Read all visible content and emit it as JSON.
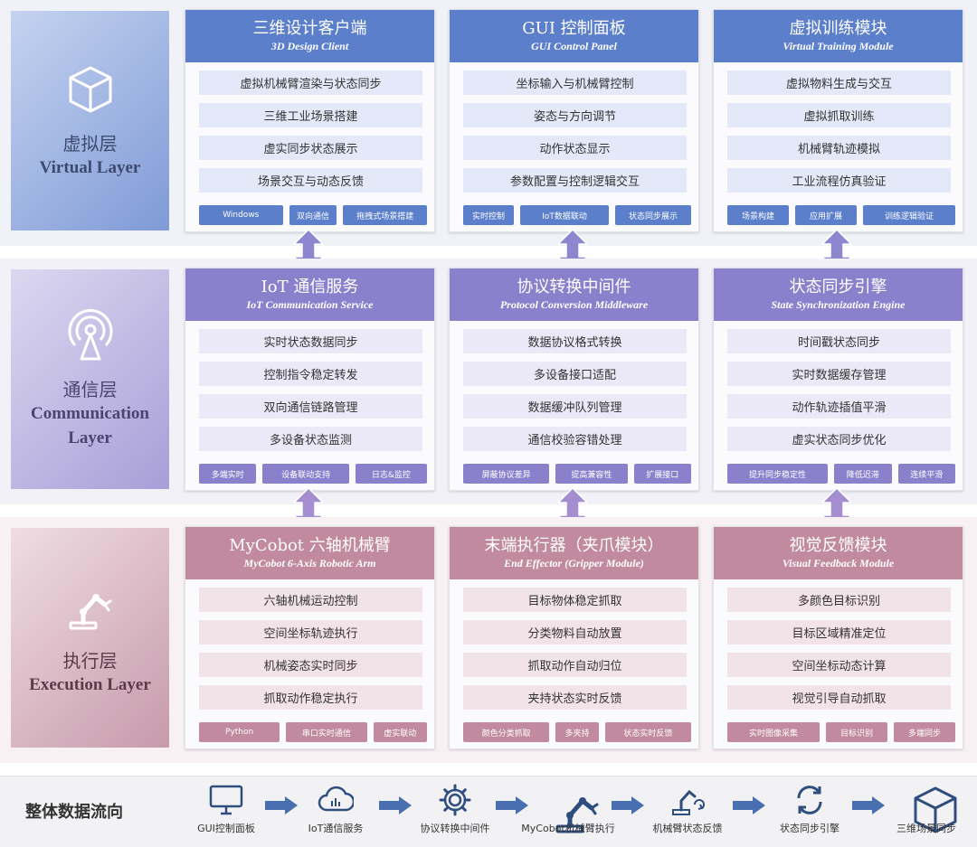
{
  "layers": [
    {
      "name_zh": "虚拟层",
      "name_en": "Virtual Layer",
      "icon": "cube-icon",
      "colors": {
        "band": "#f1f2f8",
        "label_from": "#c5d3f0",
        "label_to": "#7f9ad6",
        "label_text": "#3c4a6e",
        "head": "#5b7fcb",
        "item": "#e3e9f8",
        "tag": "#5b7fcb",
        "arrow": "#8e86cf"
      },
      "cards": [
        {
          "title": "三维设计客户端",
          "subtitle": "3D Design Client",
          "items": [
            "虚拟机械臂渲染与状态同步",
            "三维工业场景搭建",
            "虚实同步状态展示",
            "场景交互与动态反馈"
          ],
          "tags": [
            "Windows",
            "双向通信",
            "拖拽式场景搭建"
          ]
        },
        {
          "title": "GUI 控制面板",
          "subtitle": "GUI Control Panel",
          "items": [
            "坐标输入与机械臂控制",
            "姿态与方向调节",
            "动作状态显示",
            "参数配置与控制逻辑交互"
          ],
          "tags": [
            "实时控制",
            "IoT数据联动",
            "状态同步展示"
          ]
        },
        {
          "title": "虚拟训练模块",
          "subtitle": "Virtual Training Module",
          "items": [
            "虚拟物料生成与交互",
            "虚拟抓取训练",
            "机械臂轨迹模拟",
            "工业流程仿真验证"
          ],
          "tags": [
            "场景构建",
            "应用扩展",
            "训练逻辑验证"
          ]
        }
      ]
    },
    {
      "name_zh": "通信层",
      "name_en": "Communication Layer",
      "icon": "antenna-icon",
      "colors": {
        "band": "#f2f1f8",
        "label_from": "#dcd8f0",
        "label_to": "#a89ed8",
        "label_text": "#4a4470",
        "head": "#8a80cc",
        "item": "#ebe8f7",
        "tag": "#8a80cc",
        "arrow": "#a58ecf"
      },
      "cards": [
        {
          "title": "IoT  通信服务",
          "subtitle": "IoT Communication Service",
          "items": [
            "实时状态数据同步",
            "控制指令稳定转发",
            "双向通信链路管理",
            "多设备状态监测"
          ],
          "tags": [
            "多端实时",
            "设备联动支持",
            "日志&监控"
          ]
        },
        {
          "title": "协议转换中间件",
          "subtitle": "Protocol Conversion Middleware",
          "items": [
            "数据协议格式转换",
            "多设备接口适配",
            "数据缓冲队列管理",
            "通信校验容错处理"
          ],
          "tags": [
            "屏蔽协议差异",
            "提高兼容性",
            "扩展接口"
          ]
        },
        {
          "title": "状态同步引擎",
          "subtitle": "State Synchronization Engine",
          "items": [
            "时间戳状态同步",
            "实时数据缓存管理",
            "动作轨迹插值平滑",
            "虚实状态同步优化"
          ],
          "tags": [
            "提升同步稳定性",
            "降低迟滞",
            "连续平滑"
          ]
        }
      ]
    },
    {
      "name_zh": "执行层",
      "name_en": "Execution Layer",
      "icon": "robotic-arm-icon",
      "colors": {
        "band": "#f8f1f3",
        "label_from": "#efdde3",
        "label_to": "#c79aab",
        "label_text": "#5c3a48",
        "head": "#c18a9e",
        "item": "#f2e3e9",
        "tag": "#c18a9e",
        "arrow": "#c79aba"
      },
      "cards": [
        {
          "title": "MyCobot 六轴机械臂",
          "subtitle": "MyCobot 6-Axis Robotic Arm",
          "items": [
            "六轴机械运动控制",
            "空间坐标轨迹执行",
            "机械姿态实时同步",
            "抓取动作稳定执行"
          ],
          "tags": [
            "Python",
            "串口实时通信",
            "虚实联动"
          ]
        },
        {
          "title": "末端执行器（夹爪模块）",
          "subtitle": "End Effector (Gripper Module)",
          "items": [
            "目标物体稳定抓取",
            "分类物料自动放置",
            "抓取动作自动归位",
            "夹持状态实时反馈"
          ],
          "tags": [
            "颜色分类抓取",
            "多夹持",
            "状态实时反馈"
          ]
        },
        {
          "title": "视觉反馈模块",
          "subtitle": "Visual Feedback Module",
          "items": [
            "多颜色目标识别",
            "目标区域精准定位",
            "空间坐标动态计算",
            "视觉引导自动抓取"
          ],
          "tags": [
            "实时图像采集",
            "目标识别",
            "多端同步"
          ]
        }
      ]
    }
  ],
  "flow": {
    "title": "整体数据流向",
    "colors": {
      "band": "#f2f2f5",
      "icon": "#2f4e7e",
      "arrow": "#4a6fb0"
    },
    "steps": [
      {
        "label": "GUI控制面板",
        "icon": "monitor-icon"
      },
      {
        "label": "IoT通信服务",
        "icon": "cloud-icon"
      },
      {
        "label": "协议转换中间件",
        "icon": "gear-icon"
      },
      {
        "label": "MyCobot机械臂执行",
        "icon": "robotic-arm-icon"
      },
      {
        "label": "机械臂状态反馈",
        "icon": "robot-feedback-icon"
      },
      {
        "label": "状态同步引擎",
        "icon": "sync-icon"
      },
      {
        "label": "三维场景同步",
        "icon": "cube-icon"
      }
    ]
  }
}
